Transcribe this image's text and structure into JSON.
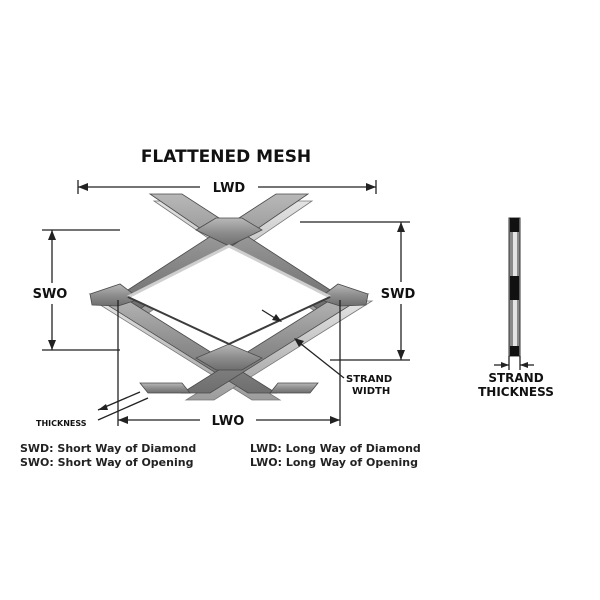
{
  "title": "FLATTENED MESH",
  "labels": {
    "lwd": "LWD",
    "lwo": "LWO",
    "swo": "SWO",
    "swd": "SWD",
    "strand_width_1": "STRAND",
    "strand_width_2": "WIDTH",
    "thickness": "THICKNESS",
    "strand_thickness_1": "STRAND",
    "strand_thickness_2": "THICKNESS"
  },
  "legend": {
    "swd": "SWD: Short Way of Diamond",
    "swo": "SWO: Short Way of Opening",
    "lwd": "LWD: Long Way of Diamond",
    "lwo": "LWO: Long Way of Opening"
  },
  "colors": {
    "metal_top": "#9a9a9a",
    "metal_dark": "#5a5a5a",
    "metal_light": "#d4d4d4",
    "line": "#222222"
  }
}
